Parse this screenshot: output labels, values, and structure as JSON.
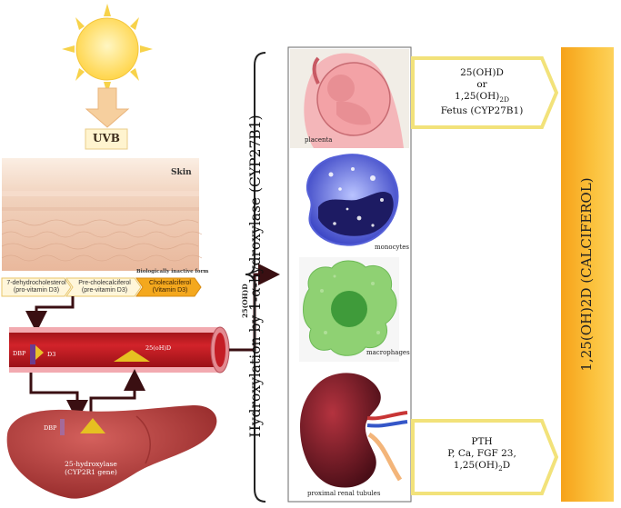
{
  "uvb_label": "UVB",
  "skin_label": "Skin",
  "biologically_inactive": "Biologically inactive form",
  "steps": [
    {
      "line1": "7-dehydrocholesterol",
      "line2": "(pro-vitamin D3)"
    },
    {
      "line1": "Pre-cholecalciferol",
      "line2": "(pre-vitamin D3)"
    },
    {
      "line1": "Cholecalciferol",
      "line2": "(Vitamin D3)"
    }
  ],
  "vessel": {
    "dbp": "DBP",
    "d3": "D3",
    "oh": "25(oH)D"
  },
  "liver": {
    "dbp": "DBP",
    "enzyme": "25-hydroxylase",
    "gene": "(CYP2R1 gene)"
  },
  "arrow_label": "25(OH)D",
  "hydroxylation_title": "Hydroxylation by 1-α-hydroxylase (CYP27B1)",
  "cells": {
    "placenta": "placenta",
    "monocytes": "monocytes",
    "macrophages": "macrophages",
    "kidney": "proximal renal tubules"
  },
  "callout_top": {
    "l1": "25(OH)D",
    "l2": "or",
    "l3a": "1,25(OH)",
    "l3sub": "2D",
    "l4": "Fetus (CYP27B1)"
  },
  "callout_bottom": {
    "l1": "PTH",
    "l2": "P, Ca, FGF 23,",
    "l3a": "1,25(OH)",
    "l3sub": "2",
    "l3b": "D"
  },
  "calciferol": "1,25(OH)2D (CALCIFEROL)",
  "colors": {
    "sun": "#ffe06a",
    "sun_ray": "#f7d24a",
    "arrow_peach": "#f6cf9e",
    "skin": "#f2cdb4",
    "vessel": "#c61a1f",
    "liver": "#b8403e",
    "bar": "#f9a616",
    "callout": "#f2e27a",
    "dark_arrow": "#3a0f12"
  }
}
